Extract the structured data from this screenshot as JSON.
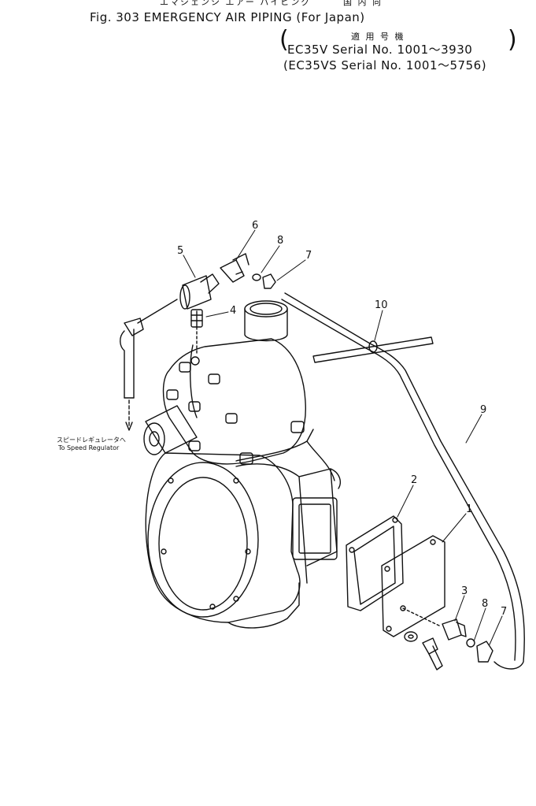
{
  "header": {
    "title_jp": "エマジェンシ エアー パイピング",
    "region_jp": "国 内 向",
    "title": "Fig. 303   EMERGENCY AIR PIPING (For Japan)",
    "applies_jp": "適 用 号 機",
    "serial_1": "EC35V   Serial No. 1001～3930",
    "serial_2": "EC35VS Serial No. 1001～5756"
  },
  "label": {
    "to_speed_jp": "スピードレギュレータへ",
    "to_speed_en": "To Speed Regulator"
  },
  "callouts": [
    "1",
    "2",
    "3",
    "4",
    "5",
    "6",
    "7",
    "7",
    "8",
    "8",
    "9",
    "10"
  ]
}
